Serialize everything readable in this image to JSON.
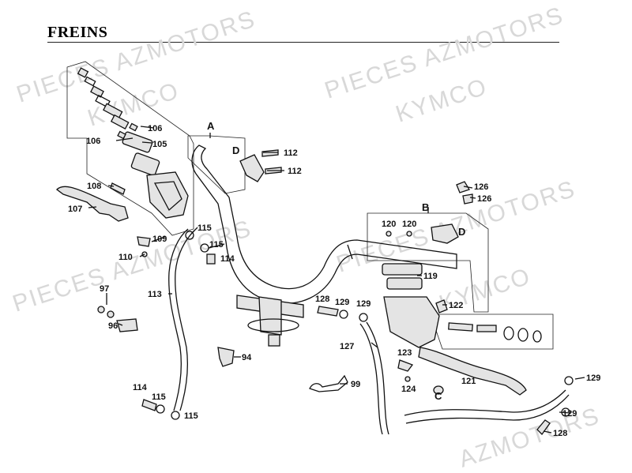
{
  "title": "FREINS",
  "watermark": {
    "text_a": "PIECES AZMOTORS",
    "text_b": "KYMCO",
    "text_c": "AZMOTORS"
  },
  "groups": {
    "A": "A",
    "B": "B",
    "C": "C",
    "D": "D"
  },
  "parts": {
    "p94": "94",
    "p96": "96",
    "p97": "97",
    "p99": "99",
    "p105": "105",
    "p106": "106",
    "p107": "107",
    "p108": "108",
    "p109": "109",
    "p110": "110",
    "p112": "112",
    "p113": "113",
    "p114": "114",
    "p115": "115",
    "p119": "119",
    "p120": "120",
    "p121": "121",
    "p122": "122",
    "p123": "123",
    "p124": "124",
    "p126": "126",
    "p127": "127",
    "p128": "128",
    "p129": "129"
  }
}
